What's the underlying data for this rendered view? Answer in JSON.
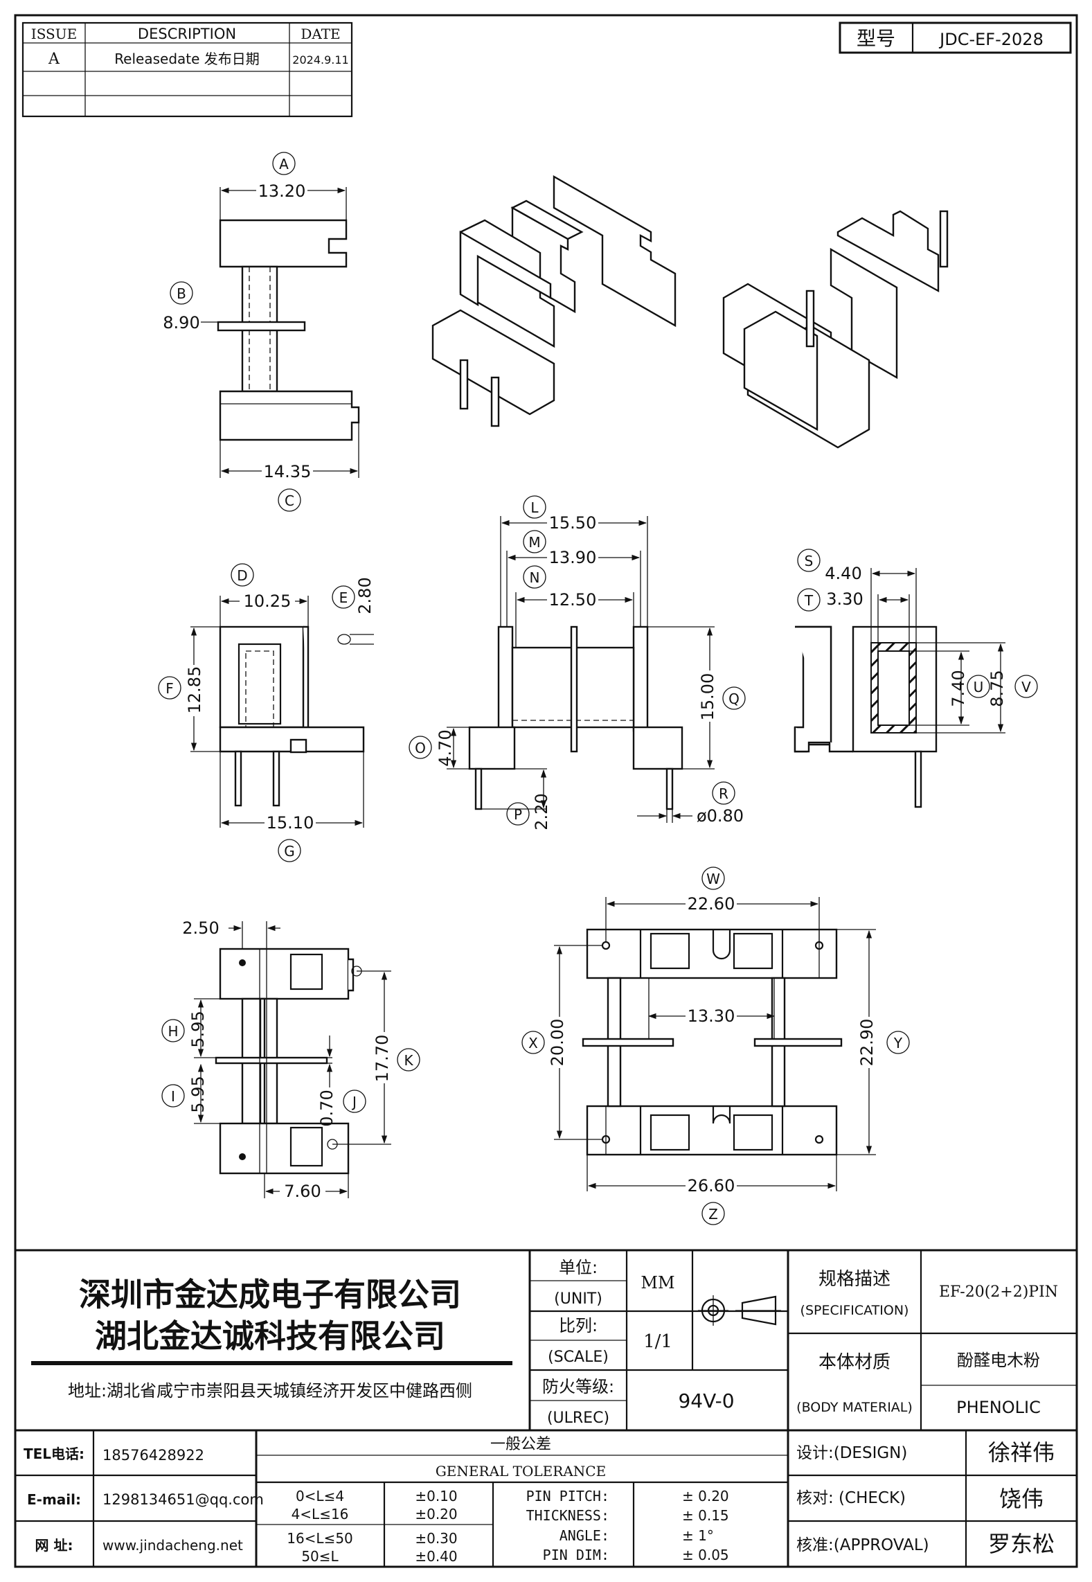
{
  "revision_table": {
    "headers": [
      "ISSUE",
      "DESCRIPTION",
      "DATE"
    ],
    "rows": [
      [
        "A",
        "Releasedate 发布日期",
        "2024.9.11"
      ]
    ]
  },
  "model": {
    "label": "型号",
    "value": "JDC-EF-2028"
  },
  "dimensions": {
    "A": "13.20",
    "B": "8.90",
    "C": "14.35",
    "D": "10.25",
    "E": "2.80",
    "F": "12.85",
    "G": "15.10",
    "H": "5.95",
    "I": "5.95",
    "J": "0.70",
    "K": "17.70",
    "L": "15.50",
    "M": "13.90",
    "N": "12.50",
    "O": "4.70",
    "P": "2.20",
    "Q": "15.00",
    "R": "ø0.80",
    "S": "4.40",
    "T": "3.30",
    "U": "7.40",
    "V": "8.75",
    "W": "22.60",
    "X": "20.00",
    "Y": "22.90",
    "Z": "26.60",
    "side_width": "2.50",
    "side_bottom": "7.60",
    "inner_span": "13.30"
  },
  "title_block": {
    "company_1": "深圳市金达成电子有限公司",
    "company_2": "湖北金达诚科技有限公司",
    "address": "地址:湖北省咸宁市崇阳县天城镇经济开发区中健路西侧",
    "unit_cn": "单位:",
    "unit_en": "(UNIT)",
    "unit_value": "MM",
    "scale_cn": "比列:",
    "scale_en": "(SCALE)",
    "scale_value": "1/1",
    "flame_cn": "防火等级:",
    "flame_en": "(ULREC)",
    "flame_value": "94V-0",
    "spec_cn": "规格描述",
    "spec_en": "(SPECIFICATION)",
    "spec_value": "EF-20(2+2)PIN",
    "material_cn": "本体材质",
    "material_en": "(BODY MATERIAL)",
    "material_value_cn": "酚醛电木粉",
    "material_value_en": "PHENOLIC",
    "tel_label": "TEL电话:",
    "tel_value": "18576428922",
    "email_label": "E-mail:",
    "email_value": "1298134651@qq.com",
    "web_label": "网  址:",
    "web_value": "www.jindacheng.net",
    "tolerance_cn": "一般公差",
    "tolerance_en": "GENERAL TOLERANCE",
    "tolerance_rows": [
      {
        "range": "0<L≤4",
        "tol": "±0.10",
        "item": "PIN PITCH:",
        "value": "±  0.20"
      },
      {
        "range": "4<L≤16",
        "tol": "±0.20",
        "item": "THICKNESS:",
        "value": "±  0.15"
      },
      {
        "range": "16<L≤50",
        "tol": "±0.30",
        "item": "ANGLE:",
        "value": "±  1°"
      },
      {
        "range": "50≤L",
        "tol": "±0.40",
        "item": "PIN DIM:",
        "value": "±  0.05"
      }
    ],
    "design_label": "设计:(DESIGN)",
    "design_value": "徐祥伟",
    "check_label": "核对: (CHECK)",
    "check_value": "饶伟",
    "approval_label": "核准:(APPROVAL)",
    "approval_value": "罗东松"
  }
}
